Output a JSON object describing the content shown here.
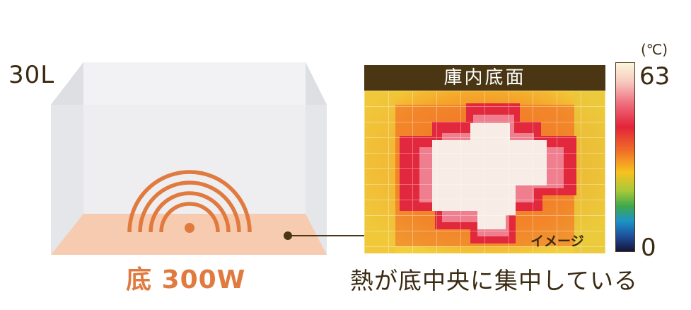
{
  "oven": {
    "capacity_label": "30L",
    "heater_label": "底 300W"
  },
  "thermal_image": {
    "header": "庫内底面",
    "note": "イメージ",
    "scale_unit": "(℃)",
    "scale_max": "63",
    "scale_min": "0"
  },
  "caption": "熱が底中央に集中している",
  "colors": {
    "accent_orange": "#e07a3e",
    "header_brown": "#4a3613",
    "text_dark": "#3a2a12"
  }
}
